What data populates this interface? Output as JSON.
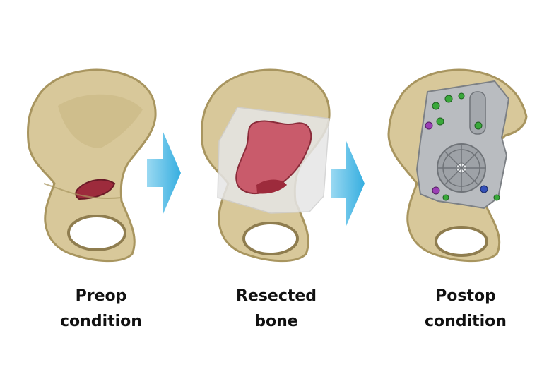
{
  "colors": {
    "bone": "#d8c89a",
    "bone_shadow": "#a8955f",
    "bone_dark": "#7f6e43",
    "lesion": "#9d2b3c",
    "resected": "#c95b6b",
    "implant": "#b9bcc0",
    "implant_shadow": "#7c8085",
    "arrow": "#5cc3e8",
    "screw_green": "#39a83a",
    "screw_purple": "#9b3fb5",
    "screw_blue": "#3551b8"
  },
  "icons": [
    "pelvis-bone-icon",
    "right-arrow-icon",
    "implant-icon",
    "acetabular-cup-icon",
    "screw-icon"
  ],
  "panels": [
    {
      "id": "preop",
      "caption_line1": "Preop",
      "caption_line2": "condition"
    },
    {
      "id": "resected",
      "caption_line1": "Resected",
      "caption_line2": "bone"
    },
    {
      "id": "postop",
      "caption_line1": "Postop",
      "caption_line2": "condition"
    }
  ]
}
